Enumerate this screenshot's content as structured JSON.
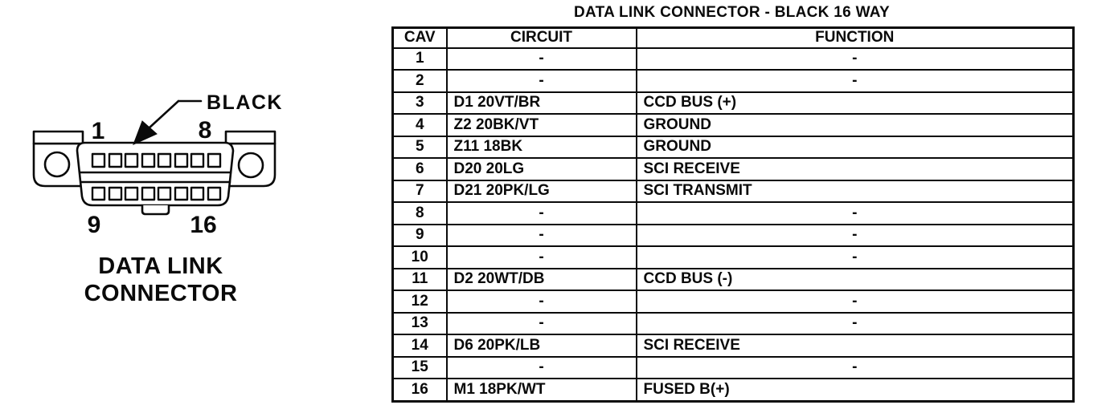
{
  "title": "DATA LINK CONNECTOR - BLACK 16 WAY",
  "diagram": {
    "color_label": "BLACK",
    "pin_labels": {
      "top_left": "1",
      "top_right": "8",
      "bottom_left": "9",
      "bottom_right": "16"
    },
    "caption_line1": "DATA LINK",
    "caption_line2": "CONNECTOR"
  },
  "table": {
    "headers": [
      "CAV",
      "CIRCUIT",
      "FUNCTION"
    ],
    "rows": [
      {
        "cav": "1",
        "circuit": "-",
        "function": "-"
      },
      {
        "cav": "2",
        "circuit": "-",
        "function": "-"
      },
      {
        "cav": "3",
        "circuit": "D1 20VT/BR",
        "function": "CCD BUS (+)"
      },
      {
        "cav": "4",
        "circuit": "Z2 20BK/VT",
        "function": "GROUND"
      },
      {
        "cav": "5",
        "circuit": "Z11 18BK",
        "function": "GROUND"
      },
      {
        "cav": "6",
        "circuit": "D20 20LG",
        "function": "SCI RECEIVE"
      },
      {
        "cav": "7",
        "circuit": "D21 20PK/LG",
        "function": "SCI TRANSMIT"
      },
      {
        "cav": "8",
        "circuit": "-",
        "function": "-"
      },
      {
        "cav": "9",
        "circuit": "-",
        "function": "-"
      },
      {
        "cav": "10",
        "circuit": "-",
        "function": "-"
      },
      {
        "cav": "11",
        "circuit": "D2 20WT/DB",
        "function": "CCD BUS (-)"
      },
      {
        "cav": "12",
        "circuit": "-",
        "function": "-"
      },
      {
        "cav": "13",
        "circuit": "-",
        "function": "-"
      },
      {
        "cav": "14",
        "circuit": "D6 20PK/LB",
        "function": "SCI RECEIVE"
      },
      {
        "cav": "15",
        "circuit": "-",
        "function": "-"
      },
      {
        "cav": "16",
        "circuit": "M1 18PK/WT",
        "function": "FUSED B(+)"
      }
    ]
  },
  "colors": {
    "ink": "#0a0a0a",
    "paper": "#ffffff"
  }
}
